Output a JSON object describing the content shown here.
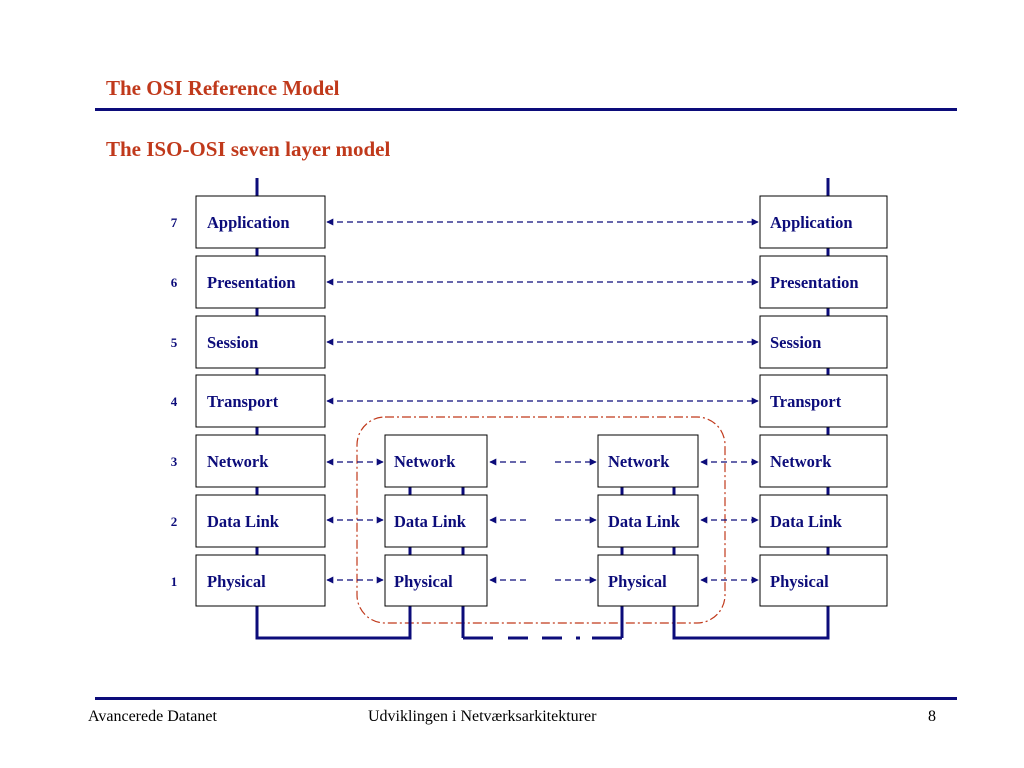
{
  "title": "The OSI Reference Model",
  "subtitle": "The ISO-OSI seven layer model",
  "layer_numbers": [
    "7",
    "6",
    "5",
    "4",
    "3",
    "2",
    "1"
  ],
  "stacks": {
    "left_host": [
      "Application",
      "Presentation",
      "Session",
      "Transport",
      "Network",
      "Data Link",
      "Physical"
    ],
    "router_a": [
      "Network",
      "Data Link",
      "Physical"
    ],
    "router_b": [
      "Network",
      "Data Link",
      "Physical"
    ],
    "right_host": [
      "Application",
      "Presentation",
      "Session",
      "Transport",
      "Network",
      "Data Link",
      "Physical"
    ]
  },
  "colors": {
    "title": "#c0391b",
    "navy": "#0c0c7a",
    "subnet_boundary": "#c0391b"
  },
  "footer": {
    "left": "Avancerede Datanet",
    "center": "Udviklingen i Netværksarkitekturer",
    "page": "8"
  }
}
